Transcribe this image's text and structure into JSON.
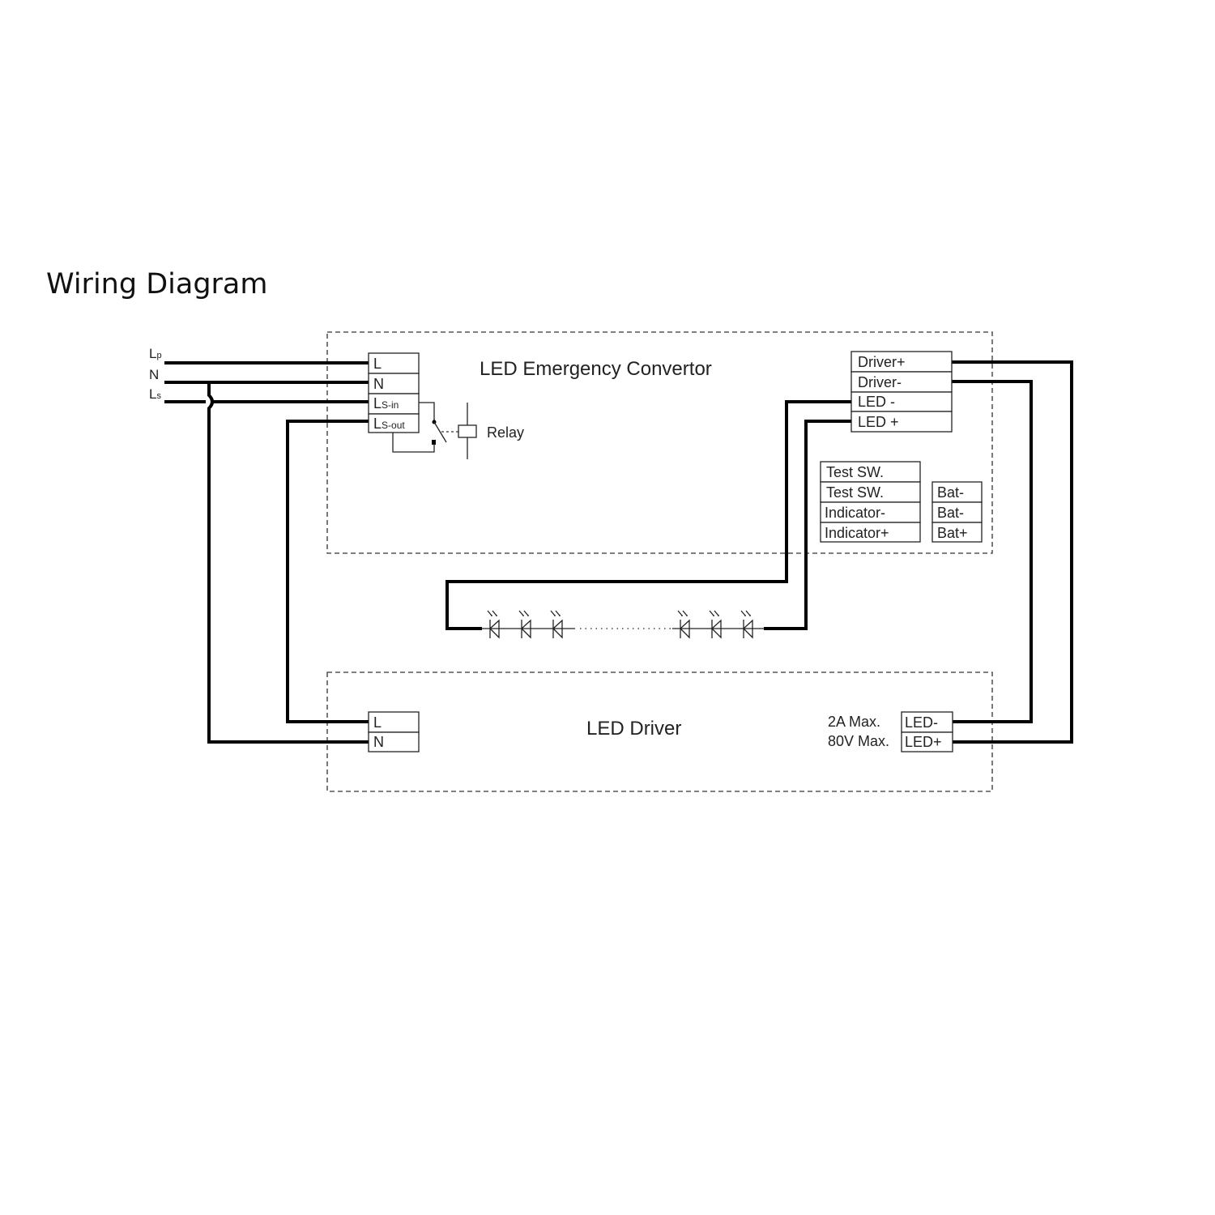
{
  "title": "Wiring Diagram",
  "inputs": {
    "lp": "L",
    "lp_sub": "p",
    "n": "N",
    "ls": "L",
    "ls_sub": "s"
  },
  "convertor": {
    "title": "LED Emergency Convertor",
    "left_terminals": [
      "L",
      "N",
      "L",
      "L"
    ],
    "left_subs": [
      "",
      "",
      "S-in",
      "S-out"
    ],
    "relay_label": "Relay",
    "right_terminals": [
      "Driver+",
      "Driver-",
      "LED -",
      "LED +"
    ],
    "test_terminals": [
      "Test SW.",
      "Test SW.",
      "Indicator-",
      "Indicator+"
    ],
    "bat_terminals": [
      "Bat-",
      "Bat-",
      "Bat+"
    ]
  },
  "driver": {
    "title": "LED Driver",
    "left_terminals": [
      "L",
      "N"
    ],
    "right_terminals": [
      "LED-",
      "LED+"
    ],
    "ratings": [
      "2A Max.",
      "80V Max."
    ]
  }
}
